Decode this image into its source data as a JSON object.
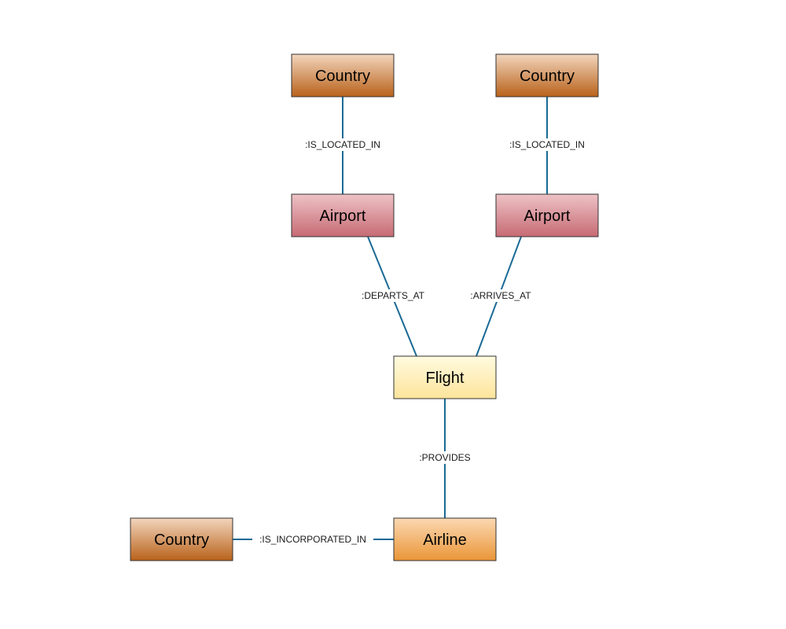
{
  "colors": {
    "edge": "#1a6a95",
    "country": [
      "#f2d5bd",
      "#b9621a"
    ],
    "airport": [
      "#edc2c6",
      "#c76b74"
    ],
    "flight": [
      "#fffbe0",
      "#fde49b"
    ],
    "airline": [
      "#fbd8b2",
      "#ea9637"
    ]
  },
  "nodes": {
    "country_1": {
      "label": "Country",
      "type": "country"
    },
    "country_2": {
      "label": "Country",
      "type": "country"
    },
    "airport_1": {
      "label": "Airport",
      "type": "airport"
    },
    "airport_2": {
      "label": "Airport",
      "type": "airport"
    },
    "flight": {
      "label": "Flight",
      "type": "flight"
    },
    "airline": {
      "label": "Airline",
      "type": "airline"
    },
    "country_3": {
      "label": "Country",
      "type": "country"
    }
  },
  "edges": [
    {
      "from": "airport_1",
      "to": "country_1",
      "label": ":IS_LOCATED_IN"
    },
    {
      "from": "airport_2",
      "to": "country_2",
      "label": ":IS_LOCATED_IN"
    },
    {
      "from": "flight",
      "to": "airport_1",
      "label": ":DEPARTS_AT"
    },
    {
      "from": "flight",
      "to": "airport_2",
      "label": ":ARRIVES_AT"
    },
    {
      "from": "airline",
      "to": "flight",
      "label": ":PROVIDES"
    },
    {
      "from": "airline",
      "to": "country_3",
      "label": ":IS_INCORPORATED_IN"
    }
  ]
}
